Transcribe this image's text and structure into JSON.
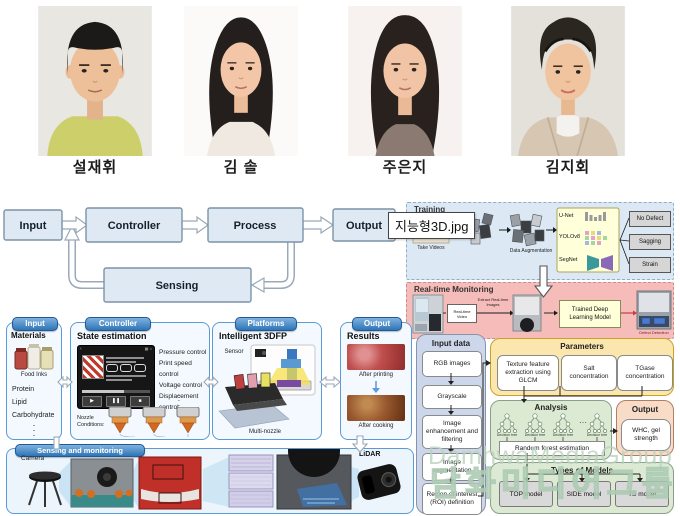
{
  "members": [
    {
      "name": "설재휘"
    },
    {
      "name": "김 솔"
    },
    {
      "name": "주은지"
    },
    {
      "name": "김지회"
    }
  ],
  "flow": {
    "input": "Input",
    "controller": "Controller",
    "process": "Process",
    "output": "Output",
    "sensing": "Sensing"
  },
  "file_label": "지능형3D.jpg",
  "training": {
    "title": "Training",
    "take_videos": "Take Videos",
    "data_augmentation": "Data Augmentation",
    "model_unet": "U-Net",
    "model_yolo": "YOLOv8",
    "model_segnet": "SegNet",
    "class_no_defect": "No Defect",
    "class_sagging": "Sagging",
    "class_strain": "Strain"
  },
  "monitoring": {
    "title": "Real-time Monitoring",
    "video_box": "Real-time Video",
    "extract_label": "Extract Real-time Images",
    "model_box": "Trained Deep Learning Model",
    "defect_label": "Defect Detection"
  },
  "panels": {
    "input": {
      "title": "Input",
      "heading": "Materials",
      "food_inks": "Food Inks",
      "items": [
        "Protein",
        "Lipid",
        "Carbohydrate"
      ]
    },
    "controller": {
      "title": "Controller",
      "heading": "State estimation",
      "controls": [
        "Pressure control",
        "Print speed control",
        "Voltage control",
        "Displacement control"
      ],
      "nozzle_label": "Nozzle Conditions:",
      "play": "▶",
      "pause": "❚❚",
      "stop": "■"
    },
    "platforms": {
      "title": "Platforms",
      "heading": "Intelligent 3DFP",
      "sensor_label": "Sensor",
      "multi_nozzle": "Multi-nozzle"
    },
    "output": {
      "title": "Output",
      "heading": "Results",
      "after_printing": "After printing",
      "after_cooking": "After cooking"
    },
    "sensing": {
      "title": "Sensing and monitoring",
      "camera_label": "Camera",
      "lidar_label": "LiDAR"
    }
  },
  "pipeline": {
    "input_data": {
      "title": "Input data",
      "steps": [
        "RGB images",
        "Grayscale",
        "Image enhancement and filtering",
        "Image segmentation",
        "Region of interest (ROI) definition"
      ]
    },
    "parameters": {
      "title": "Parameters",
      "items": [
        "Texture feature extraction using GLCM",
        "Salt concentration",
        "TGase concentration"
      ]
    },
    "analysis": {
      "title": "Analysis",
      "tree_label": "Decision tree",
      "ellipsis": "···",
      "estimation": "Random forest estimation"
    },
    "output": {
      "title": "Output",
      "value": "WHC, gel strength"
    },
    "models": {
      "title": "Types of Models",
      "items": [
        "TOP model",
        "SIDE model",
        "TS model"
      ]
    }
  },
  "watermark": {
    "line1": "DamhwaMediaGroup",
    "line2": "담화미디어그룹"
  },
  "misc": {
    "dot": "·"
  },
  "colors": {
    "accent_blue": "#2e75b6",
    "panel_border": "#5b9bd5",
    "training_bg": "#dce9f5",
    "monitoring_bg": "#f6bcba",
    "model_yellow": "#ffffd9",
    "param_yellow": "#fbe7ad",
    "analysis_green": "#dcead3",
    "output_peach": "#f8dcc8",
    "input_col": "#ccd7eb",
    "box_gray": "#d6d6d6",
    "flow_box": "#dfe9f3"
  }
}
